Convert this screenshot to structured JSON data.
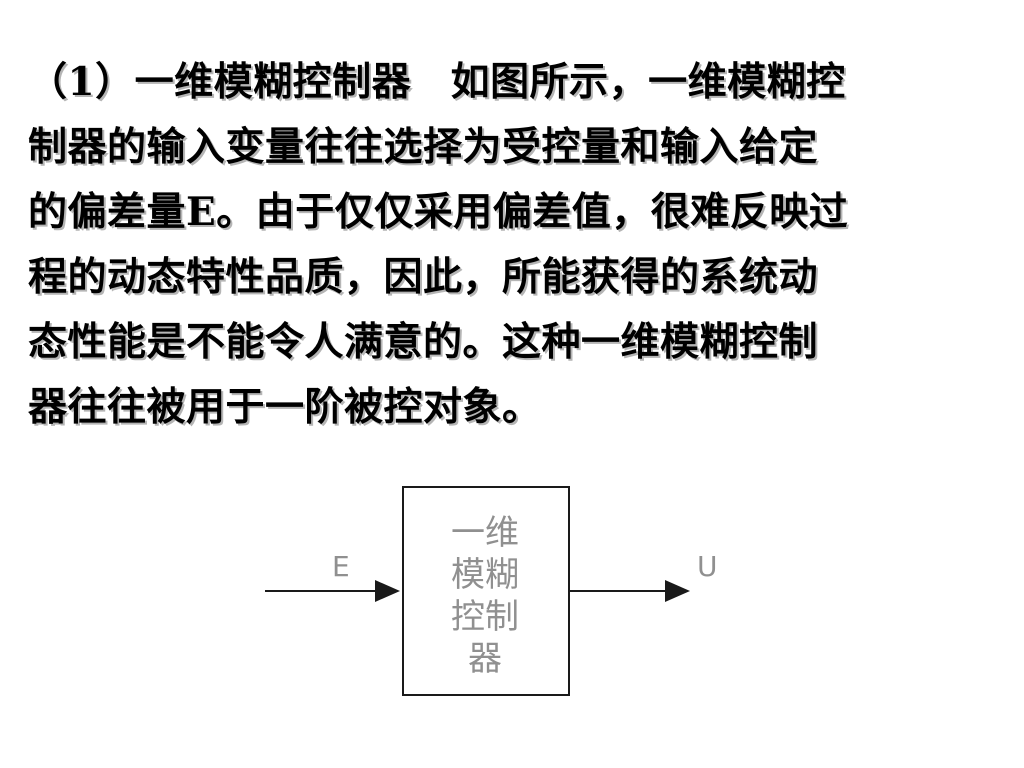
{
  "paragraph": {
    "lines": [
      "（1）一维模糊控制器　如图所示，一维模糊控",
      "制器的输入变量往往选择为受控量和输入给定",
      "的偏差量E。由于仅仅采用偏差值，很难反映过",
      "程的动态特性品质，因此，所能获得的系统动",
      "态性能是不能令人满意的。这种一维模糊控制",
      "器往往被用于一阶被控对象。"
    ]
  },
  "diagram": {
    "input_label": "E",
    "output_label": "U",
    "block_lines": [
      "一维",
      "模糊",
      "控制",
      "器"
    ]
  },
  "colors": {
    "text": "#000000",
    "diagram_text": "#909090",
    "lines": "#1a1a1a"
  }
}
